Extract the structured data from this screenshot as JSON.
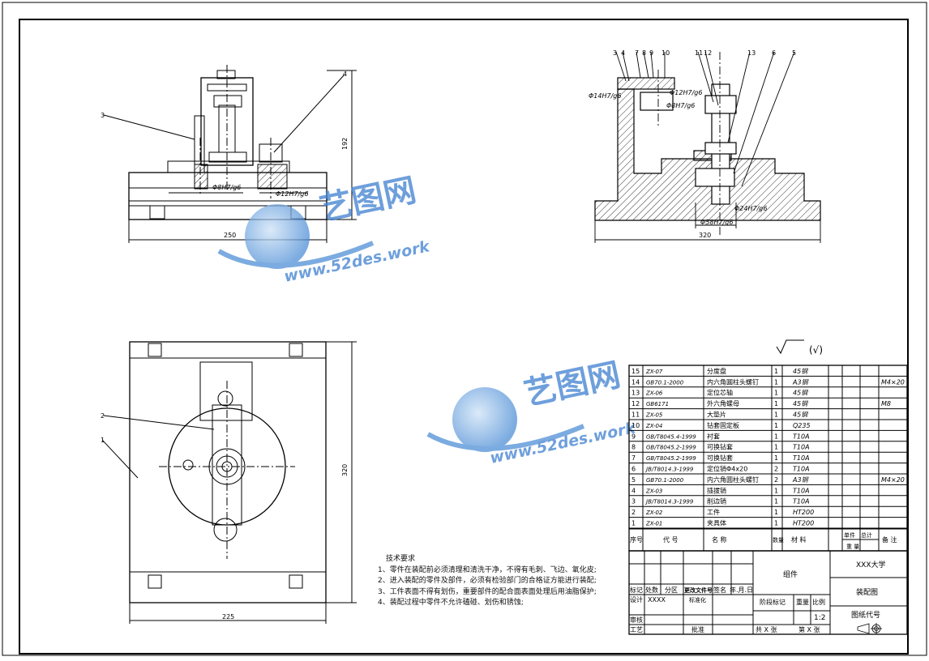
{
  "views": {
    "front": {
      "dims": {
        "width": "250",
        "height": "192",
        "fit1": "Φ8H7/g6",
        "fit2": "Φ12H7/g6"
      },
      "part_refs": [
        "3",
        "4"
      ]
    },
    "side": {
      "dims": {
        "width": "320",
        "fit_a": "Φ14H7/g6",
        "fit_b": "Φ12H7/g6",
        "fit_c": "Φ8H7/g6",
        "fit_d": "Φ24H7/g6",
        "fit_e": "Φ58H7/g6"
      },
      "part_refs": [
        "3",
        "4",
        "7",
        "8",
        "9",
        "10",
        "11",
        "12",
        "13",
        "6",
        "5"
      ]
    },
    "top": {
      "dims": {
        "width": "225",
        "height": "320"
      },
      "part_refs": [
        "2",
        "1"
      ]
    }
  },
  "roughness_symbol": "(√)",
  "watermark": {
    "brand": "艺图网",
    "url": "www.52des.work"
  },
  "bom": {
    "rows": [
      {
        "no": "15",
        "code": "ZX-07",
        "name": "分度盘",
        "qty": "1",
        "material": "45钢",
        "note": ""
      },
      {
        "no": "14",
        "code": "GB70.1-2000",
        "name": "内六角圆柱头螺钉",
        "qty": "1",
        "material": "A3钢",
        "note": "M4×20"
      },
      {
        "no": "13",
        "code": "ZX-06",
        "name": "定位芯轴",
        "qty": "1",
        "material": "45钢",
        "note": ""
      },
      {
        "no": "12",
        "code": "GB6171",
        "name": "外六角螺母",
        "qty": "1",
        "material": "45钢",
        "note": "M8"
      },
      {
        "no": "11",
        "code": "ZX-05",
        "name": "大垫片",
        "qty": "1",
        "material": "45钢",
        "note": ""
      },
      {
        "no": "10",
        "code": "ZX-04",
        "name": "钻套固定板",
        "qty": "1",
        "material": "Q235",
        "note": ""
      },
      {
        "no": "9",
        "code": "GB/T8045.4-1999",
        "name": "衬套",
        "qty": "1",
        "material": "T10A",
        "note": ""
      },
      {
        "no": "8",
        "code": "GB/T8045.2-1999",
        "name": "可换钻套",
        "qty": "1",
        "material": "T10A",
        "note": ""
      },
      {
        "no": "7",
        "code": "GB/T8045.2-1999",
        "name": "可换钻套",
        "qty": "1",
        "material": "T10A",
        "note": ""
      },
      {
        "no": "6",
        "code": "JB/T8014.3-1999",
        "name": "定位销Φ4x20",
        "qty": "2",
        "material": "T10A",
        "note": ""
      },
      {
        "no": "5",
        "code": "GB70.1-2000",
        "name": "内六角圆柱头螺钉",
        "qty": "2",
        "material": "A3钢",
        "note": "M4×20"
      },
      {
        "no": "4",
        "code": "ZX-03",
        "name": "插拔销",
        "qty": "1",
        "material": "T10A",
        "note": ""
      },
      {
        "no": "3",
        "code": "JB/T8014.3-1999",
        "name": "削边销",
        "qty": "1",
        "material": "T10A",
        "note": ""
      },
      {
        "no": "2",
        "code": "ZX-02",
        "name": "工件",
        "qty": "1",
        "material": "HT200",
        "note": ""
      },
      {
        "no": "1",
        "code": "ZX-01",
        "name": "夹具体",
        "qty": "1",
        "material": "HT200",
        "note": ""
      }
    ],
    "header": {
      "no": "序号",
      "code": "代        号",
      "name": "名        称",
      "qty": "数量",
      "material": "材        料",
      "unit_weight": "单件",
      "total_weight": "总计",
      "weight": "重    量",
      "note": "备    注"
    }
  },
  "title_block": {
    "mark": "标记",
    "count": "处数",
    "zone": "分区",
    "doc_no": "更改文件号",
    "sign": "签名",
    "date": "年.月.日",
    "design": "设计",
    "designer": "XXXX",
    "standardize": "标准化",
    "review": "审核",
    "process": "工艺",
    "approve": "批准",
    "group": "组件",
    "stage_mark": "阶段标记",
    "weight": "重量",
    "scale_label": "比例",
    "scale": "1:2",
    "sheets": "共  X  张",
    "sheet": "第  X  张",
    "school": "XXX大学",
    "drawing_name": "装配图",
    "drawing_code": "图纸代号"
  },
  "notes": {
    "title": "技术要求",
    "items": [
      "1、零件在装配前必须清理和清洗干净，不得有毛刺、飞边、氧化皮;",
      "2、进入装配的零件及部件，必须有检验部门的合格证方能进行装配;",
      "3、工件表面不得有划伤，重要部件的配合面表面处理后用油脂保护;",
      "4、装配过程中零件不允许磕碰、划伤和锈蚀;"
    ]
  }
}
